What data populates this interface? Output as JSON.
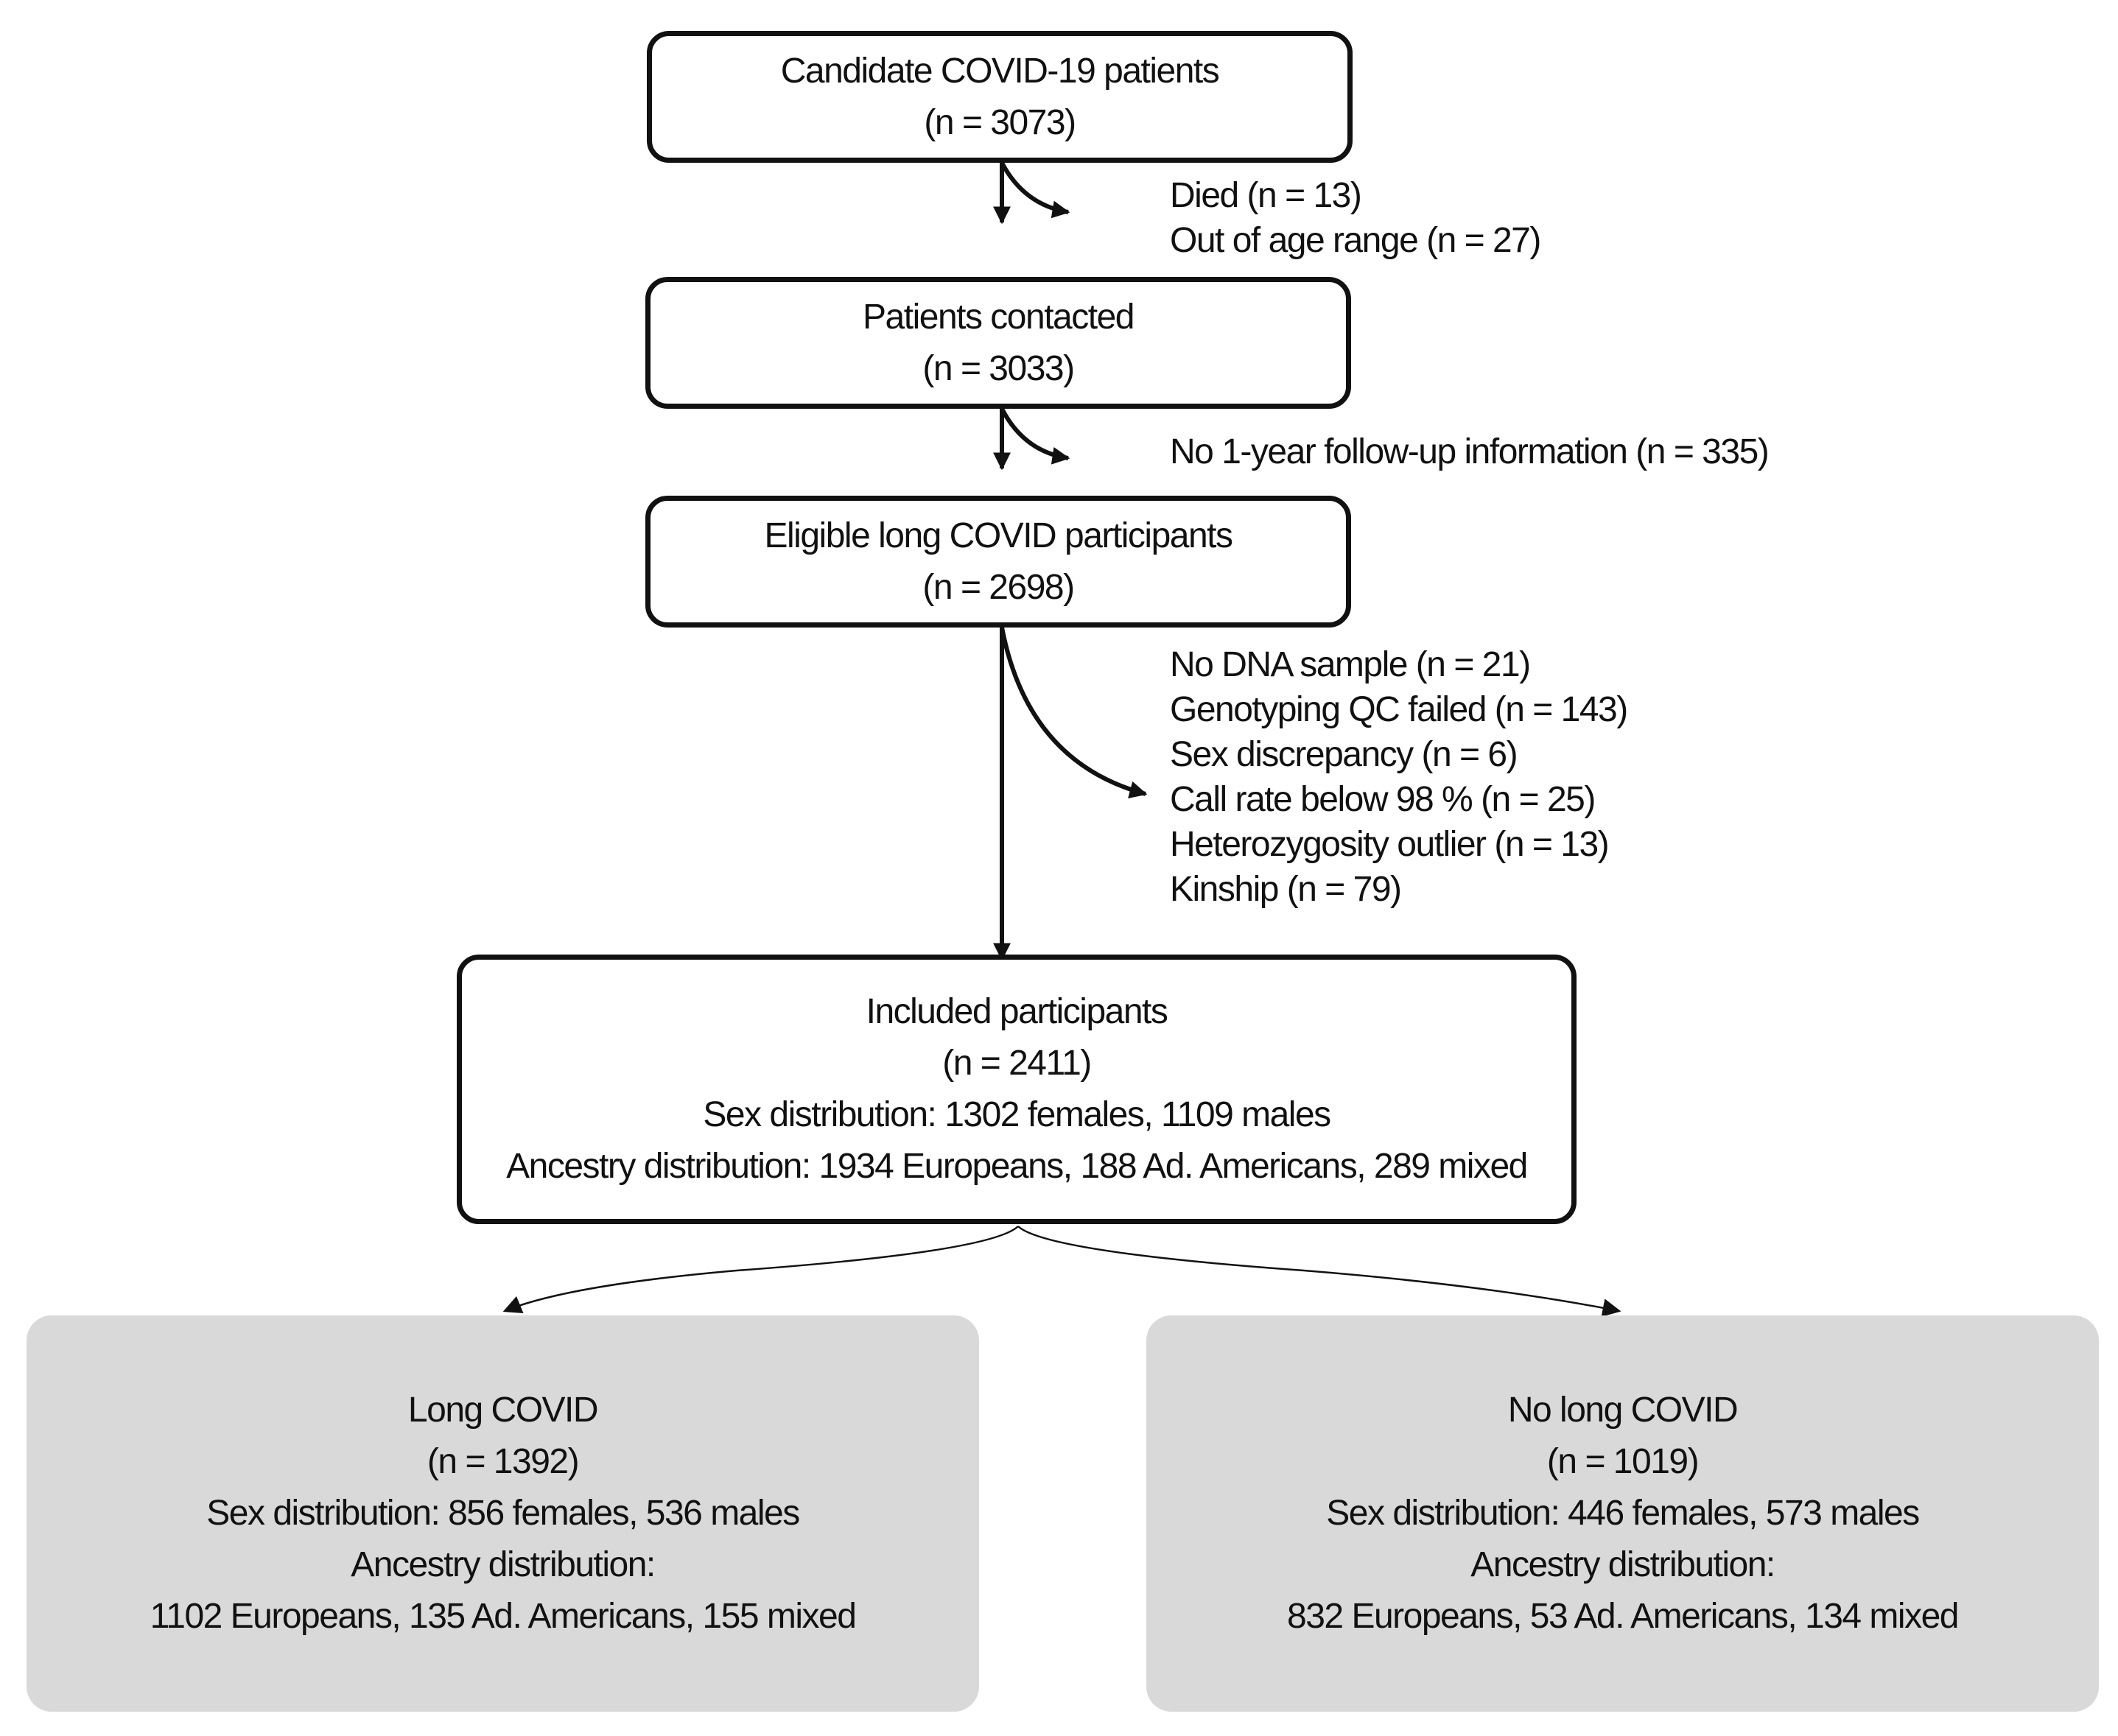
{
  "boxes": {
    "candidates": {
      "line1": "Candidate COVID-19 patients",
      "line2": "(n = 3073)"
    },
    "contacted": {
      "line1": "Patients contacted",
      "line2": "(n = 3033)"
    },
    "eligible": {
      "line1": "Eligible long COVID participants",
      "line2": "(n = 2698)"
    },
    "included": {
      "line1": "Included participants",
      "line2": "(n = 2411)",
      "line3": "Sex distribution: 1302 females, 1109 males",
      "line4": "Ancestry distribution: 1934 Europeans, 188 Ad. Americans, 289 mixed"
    },
    "long_covid": {
      "line1": "Long COVID",
      "line2": "(n =  1392)",
      "line3": "Sex distribution: 856 females, 536 males",
      "line4": "Ancestry distribution:",
      "line5": "1102 Europeans, 135 Ad. Americans, 155 mixed"
    },
    "no_long_covid": {
      "line1": "No long COVID",
      "line2": "(n =  1019)",
      "line3": "Sex distribution: 446 females, 573 males",
      "line4": "Ancestry distribution:",
      "line5": "832 Europeans, 53 Ad. Americans, 134 mixed"
    }
  },
  "exclusions": {
    "step1": [
      "Died (n = 13)",
      "Out of age range (n = 27)"
    ],
    "step2": [
      "No 1-year follow-up information (n = 335)"
    ],
    "step3": [
      "No DNA sample (n = 21)",
      "Genotyping QC failed (n = 143)",
      "Sex discrepancy (n = 6)",
      "Call rate below 98 % (n = 25)",
      "Heterozygosity outlier (n = 13)",
      "Kinship  (n = 79)"
    ]
  }
}
